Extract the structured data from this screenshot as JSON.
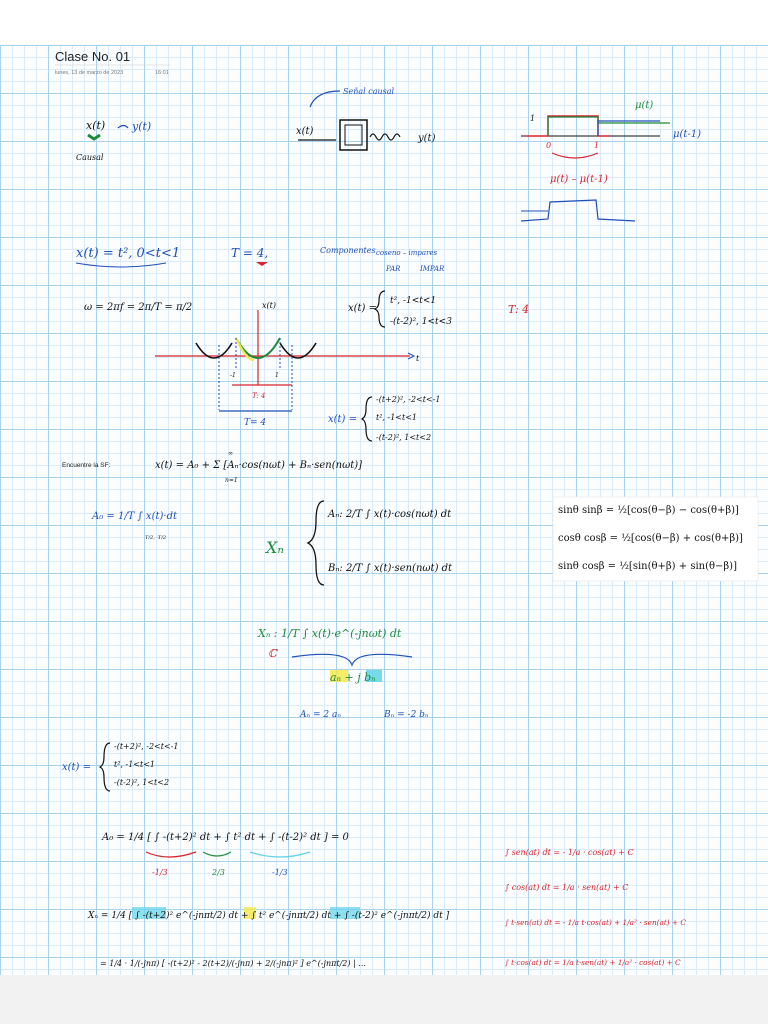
{
  "page": {
    "title": "Clase No. 01",
    "date": "lunes, 13 de marzo de 2023",
    "time": "16:01"
  },
  "causal": {
    "x": "x(t)",
    "arrow_y": "y(t)",
    "label": "Causal",
    "signal_label": "Señal causal",
    "box_x": "x(t)",
    "box_y": "y(t)"
  },
  "step_plot": {
    "one": "1",
    "zero": "0",
    "one_x": "1",
    "mu": "μ(t)",
    "mu_shift": "μ(t-1)",
    "difference": "μ(t) – μ(t-1)"
  },
  "definition": {
    "xt": "x(t) = t², 0<t<1",
    "period": "T = 4,",
    "components": "Componentes",
    "par_impar": "coseno – impares",
    "par": "PAR",
    "impar": "IMPAR",
    "omega": "ω = 2πf = 2π/T = π/2"
  },
  "piecewise1": {
    "lhs": "x(t) =",
    "row1": "t²,   -1<t<1",
    "row2": "-(t-2)²,   1<t<3",
    "t_label": "T: 4"
  },
  "graph": {
    "axis_y": "x(t)",
    "axis_t": "t",
    "neg1": "-1",
    "pos1": "1",
    "T_red": "T: 4",
    "T_blue": "T= 4"
  },
  "piecewise2": {
    "lhs": "x(t) =",
    "row1": "-(t+2)²,   -2<t<-1",
    "row2": "t²,   -1<t<1",
    "row3": "-(t-2)²,   1<t<2"
  },
  "series": {
    "prompt": "Encuentre la SF:",
    "formula": "x(t) = A₀ + Σ [Aₙ·cos(nωt) + Bₙ·sen(nωt)]",
    "sum_top": "∞",
    "sum_bottom": "n=1",
    "a0": "A₀ = 1/T ∫ x(t)·dt",
    "a0_lims": "T/2, -T/2",
    "xn": "Xₙ",
    "an": "Aₙ: 2/T ∫ x(t)·cos(nωt) dt",
    "bn": "Bₙ: 2/T ∫ x(t)·sen(nωt) dt",
    "xn_complex": "Xₙ : 1/T ∫ x(t)·e^(-jnωt) dt",
    "complex_set": "ℂ",
    "an_jbn": "aₙ + j bₙ",
    "relation_a": "Aₙ = 2 aₙ",
    "relation_b": "Bₙ = -2 bₙ"
  },
  "identities": {
    "ss": "sinθ sinβ = ½[cos(θ−β) − cos(θ+β)]",
    "cc": "cosθ cosβ = ½[cos(θ−β) + cos(θ+β)]",
    "sc": "sinθ cosβ = ½[sin(θ+β) + sin(θ−β)]"
  },
  "calc": {
    "a0_eq": "A₀ = 1/4 [ ∫ -(t+2)² dt + ∫ t² dt + ∫ -(t-2)² dt ] = 0",
    "p1": "-1/3",
    "p2": "2/3",
    "p3": "-1/3",
    "xn_eq": "Xₙ = 1/4 [ ∫ -(t+2)² e^(-jnπt/2) dt + ∫ t² e^(-jnπt/2) dt + ∫ -(t-2)² e^(-jnπt/2) dt ]",
    "xn_eq2": "= 1/4 · 1/(-jnπ) [ -(t+2)² - 2(t+2)/(-jnπ) + 2/(-jnπ)² ] e^(-jnπt/2) | ..."
  },
  "integrals": {
    "i1": "∫ sen(at) dt = - 1/a · cos(at) + C",
    "i2": "∫ cos(at) dt = 1/a · sen(at) + C",
    "i3": "∫ t·sen(at) dt = - 1/a t·cos(at) + 1/a² · sen(at) + C",
    "i4": "∫ t·cos(at) dt = 1/a t·sen(at) + 1/a² · cos(at) + C"
  },
  "colors": {
    "ink_black": "#111111",
    "ink_blue": "#1f4fb8",
    "ink_red": "#d7242c",
    "ink_green": "#1d8b3c",
    "highlight_yellow": "#f4e94a",
    "highlight_cyan": "#5fd3e8",
    "grid": "#a9d2ee"
  }
}
